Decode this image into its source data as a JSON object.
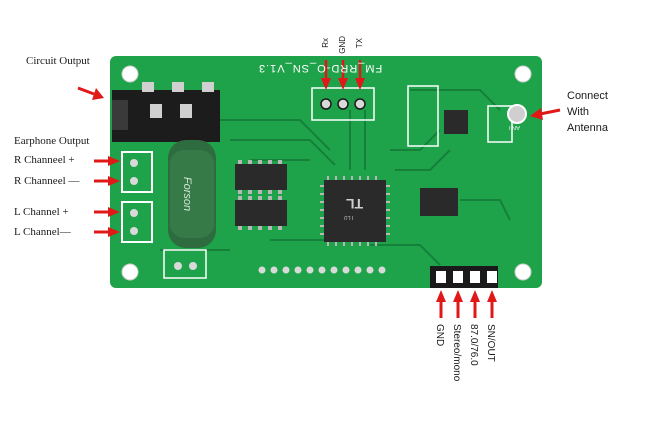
{
  "labels": {
    "circuit_output": "Circuit Output",
    "earphone_output": "Earphone Output",
    "r_channel_plus": "R Channeel +",
    "r_channel_minus": "R Channeel —",
    "l_channel_plus": "L  Channel +",
    "l_channel_minus": "L  Channel—",
    "connect_antenna": [
      "Connect",
      "With",
      "Antenna"
    ]
  },
  "top_pins": [
    "Rx",
    "GND",
    "TX"
  ],
  "bottom_pins": [
    "GND",
    "Stereo/mono",
    "87.0/76.0",
    "SN/OUT"
  ],
  "board": {
    "silkscreen": "FM_RRD-O_SN_V1.3",
    "ant_label": "ANT",
    "capacitor_text": "Forson",
    "chip_logo": "TL",
    "chip_text": "TL0",
    "colors": {
      "pcb": "#1fa34a",
      "pcb_dark": "#15803a",
      "arrow": "#e01818",
      "chip": "#2a2a2a",
      "capacitor": "#2e6b3f"
    }
  }
}
